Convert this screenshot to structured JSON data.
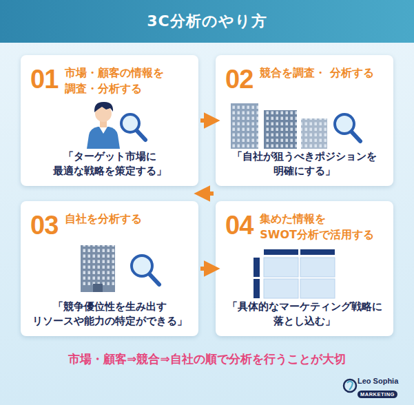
{
  "diagram": {
    "title": "3C分析のやり方",
    "caption": "市場・顧客⇒競合⇒自社の順で分析を行うことが大切",
    "nodes": [
      {
        "text": [
          "01",
          "市場・顧客の情報を 調査・分析する",
          "「ターゲット市場に 最適な戦略を策定する」"
        ]
      },
      {
        "text": [
          "02",
          "競合を調査・ 分析する",
          "「自社が狙うべきポジションを 明確にする」"
        ]
      },
      {
        "text": [
          "03",
          "自社を分析する",
          "「競争優位性を生み出す リソースや能力の特定ができる」"
        ]
      },
      {
        "text": [
          "04",
          "集めた情報を SWOT分析で活用する",
          "「具体的なマーケティング戦略に 落とし込む」"
        ]
      }
    ],
    "edges": [
      {
        "from": 0,
        "to": 1,
        "arrow": "to"
      },
      {
        "from": 1,
        "to": 2,
        "arrow": "to"
      },
      {
        "from": 2,
        "to": 3,
        "arrow": "to"
      }
    ],
    "labels": [
      "Leo Sophia",
      "MARKETING"
    ]
  }
}
